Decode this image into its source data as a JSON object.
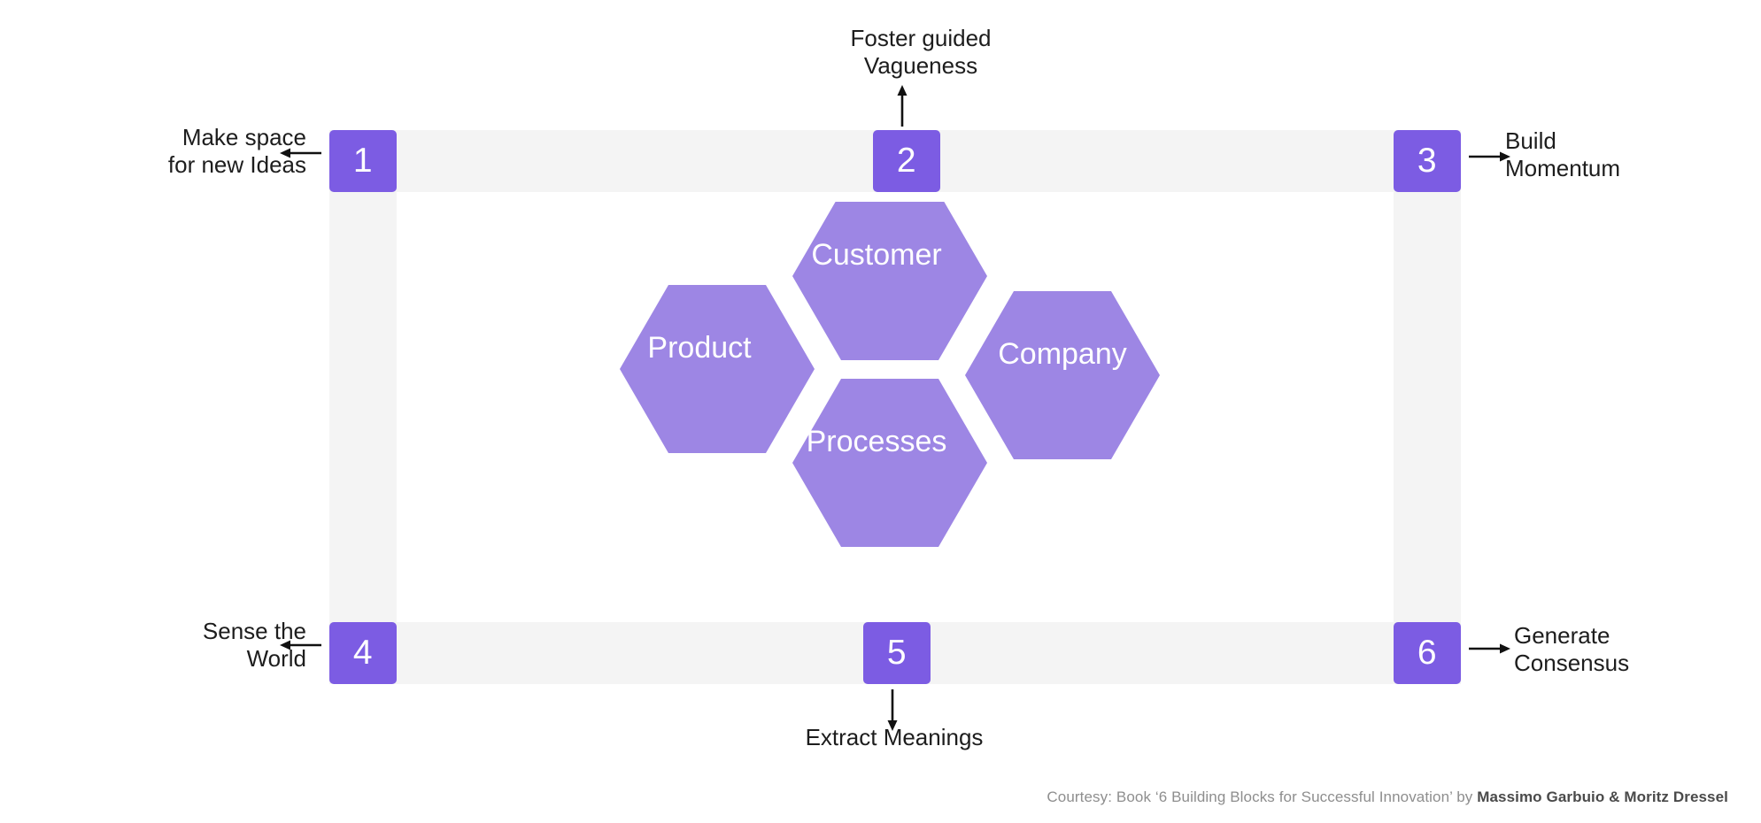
{
  "diagram": {
    "title": "6 Building Blocks for Successful Innovation",
    "colors": {
      "hexagon_fill": "#9D86E4",
      "number_block": "#7C5CE3",
      "rail_band": "#F4F4F4",
      "background": "#FFFFFF",
      "label_text": "#1D1D1D",
      "footer_text": "#8E8E8E",
      "hexagon_text": "#FFFFFF"
    }
  },
  "blocks": [
    {
      "number": "1",
      "label": "Make space\nfor new Ideas",
      "arrow": "arrow-left",
      "position": "top-left"
    },
    {
      "number": "2",
      "label": "Foster guided\nVagueness",
      "arrow": "arrow-up",
      "position": "top-center"
    },
    {
      "number": "3",
      "label": "Build\nMomentum",
      "arrow": "arrow-right",
      "position": "top-right"
    },
    {
      "number": "4",
      "label": "Sense the\nWorld",
      "arrow": "arrow-left",
      "position": "bottom-left"
    },
    {
      "number": "5",
      "label": "Extract Meanings",
      "arrow": "arrow-down",
      "position": "bottom-center"
    },
    {
      "number": "6",
      "label": "Generate\nConsensus",
      "arrow": "arrow-right",
      "position": "bottom-right"
    }
  ],
  "hexagons": [
    {
      "label": "Product",
      "position": "left"
    },
    {
      "label": "Customer",
      "position": "top-center"
    },
    {
      "label": "Processes",
      "position": "bottom-center"
    },
    {
      "label": "Company",
      "position": "right"
    }
  ],
  "footer": {
    "prefix": "Courtesy: Book ‘6 Building Blocks for Successful Innovation’ by ",
    "authors": "Massimo Garbuio & Moritz Dressel"
  }
}
